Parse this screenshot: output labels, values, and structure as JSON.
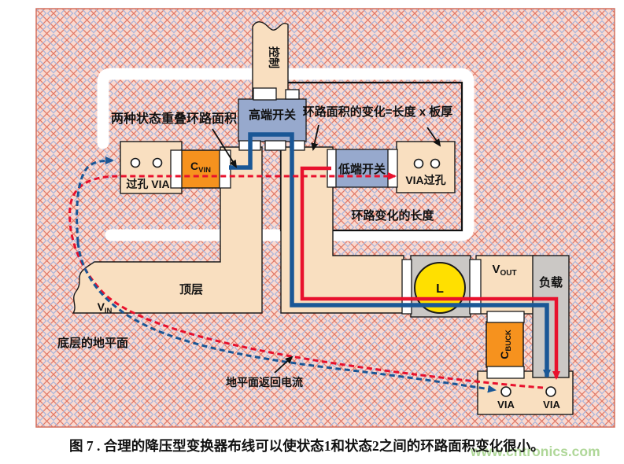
{
  "figure": {
    "caption": "图 7 . 合理的降压型变换器布线可以使状态1和状态2之间的环路面积变化很小。",
    "watermark": "www.cntronics.com"
  },
  "diagram": {
    "labels": {
      "control": "控制",
      "overlap_loop_area": "两种状态重叠环路面积",
      "high_side_switch": "高端开关",
      "loop_area_change": "环路面积的变化=长度 x 板厚",
      "low_side_switch": "低端开关",
      "via_box_right": "VIA过孔",
      "via_box_left": "过孔 VIA",
      "loop_change_length": "环路变化的长度",
      "top_layer": "顶层",
      "load": "负载",
      "inductor": "L",
      "bottom_ground_plane": "底层的地平面",
      "ground_return_current": "地平面返回电流",
      "via_left": "VIA",
      "via_right": "VIA",
      "vin": {
        "main": "V",
        "sub": "IN"
      },
      "vout": {
        "main": "V",
        "sub": "OUT"
      },
      "cvin": {
        "main": "C",
        "sub": "VIN"
      },
      "cbuck": {
        "main": "C",
        "sub": "BUCK"
      }
    },
    "colors": {
      "trace_state1_blue": "#1A5796",
      "trace_state2_red": "#E8112D",
      "copper_beige": "#F9DFC0",
      "switch_blue": "#97A9CD",
      "component_orange": "#F6921E",
      "inductor_yellow": "#FFE000",
      "component_gray": "#CBC8C5",
      "hatch_background": "#FAD9D0",
      "hatch_line_red": "#E07A68",
      "hatch_line_blue": "#A8B5DA",
      "watermark_green": "#A6D38D",
      "frame_salmon": "#D4705F"
    }
  }
}
